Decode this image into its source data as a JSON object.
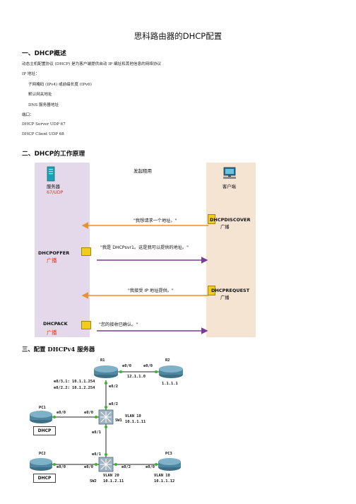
{
  "title": "思科路由器的DHCP配置",
  "section1": {
    "heading": "一、DHCP概述",
    "lines": [
      "动态主机配置协议 (DHCP) 是为客户端提供自动 IP 编址和其他信息的网络协议",
      "IP 地址：",
      "子网掩码 (IPv4) 或前缀长度 (IPv6)",
      "默认网关地址",
      "DNS 服务器地址",
      "端口：",
      "DHCP   Server   UDP 67",
      "DHCP   Client   UDP 68"
    ]
  },
  "section2": {
    "heading": "二、DHCP的工作原理",
    "diagram": {
      "caption": "发起租用",
      "server_label": "服务器",
      "server_port": "67/UDP",
      "client_label": "客户端",
      "messages": [
        {
          "bubble": "\"我想请求一个地址。\"",
          "name": "DHCPDISCOVER",
          "mode": "广播"
        },
        {
          "bubble": "\"我是 DHCPsvr1。这是我可以提供的地址。\"",
          "name": "DHCPOFFER",
          "mode": "广播"
        },
        {
          "bubble": "\"我接受 IP 地址提供。\"",
          "name": "DHCPREQUEST",
          "mode": "广播"
        },
        {
          "bubble": "\"您的接收已确认。\"",
          "name": "DHCPACK",
          "mode": "广播"
        }
      ]
    }
  },
  "section3": {
    "heading": "三、配置 DHCPv4 服务器",
    "topology": {
      "r1": "R1",
      "r2": "R2",
      "r1_e00": "e0/0",
      "r2_e00": "e0/0",
      "link_r1_r2": "12.1.1.0",
      "r2_addr": "1.1.1.1",
      "r1_sub1": "e0/3.1: 10.1.1.254",
      "r1_sub2": "e0/2.2: 10.1.2.254",
      "r1_e02": "e0/2",
      "sw1_e02": "e0/2",
      "pc1": "PC1",
      "pc1_e00": "e0/0",
      "sw1_e00": "e0/0",
      "sw1": "SW1",
      "sw1_vlan": "VLAN 10",
      "sw1_ip": "10.1.1.11",
      "sw1_e01": "e0/1",
      "sw2_e01": "e0/1",
      "pc2": "PC2",
      "pc2_e00": "e0/0",
      "sw2_e00": "e0/0",
      "sw2_e02": "e0/2",
      "pc3": "PC3",
      "pc3_e00": "e0/0",
      "sw2": "SW2",
      "sw2_vlan": "VLAN 20",
      "sw2_ip": "10.1.2.11",
      "pc3_vlan": "VLAN 10",
      "pc3_ip": "10.1.1.12",
      "dhcp_tag": "DHCP"
    }
  },
  "colors": {
    "arrow_orange": "#e8912f",
    "arrow_purple": "#7b3a96",
    "bubble_yellow": "#f2cc1c",
    "server_bg": "#e3d9ea",
    "client_bg": "#f6e4d3",
    "port_red": "#d9361c",
    "link_green": "#35b825"
  }
}
